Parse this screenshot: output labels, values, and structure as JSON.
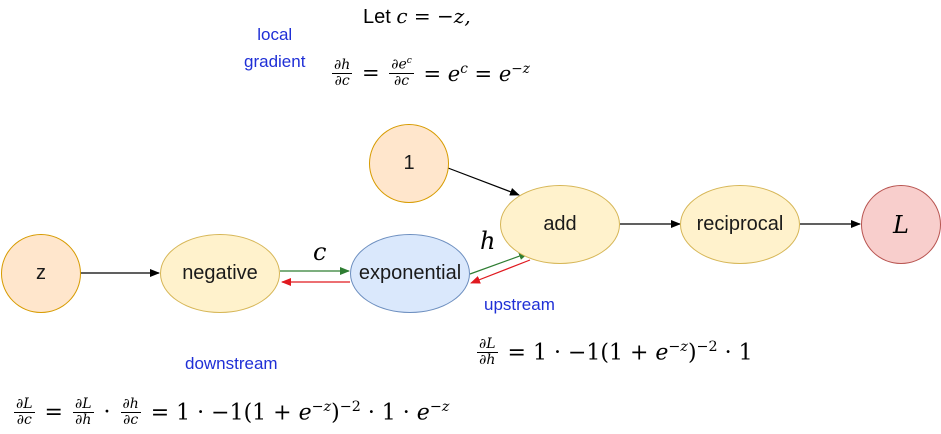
{
  "nodes": {
    "z": "z",
    "negative": "negative",
    "exponential": "exponential",
    "one": "1",
    "add": "add",
    "reciprocal": "reciprocal",
    "L": "L"
  },
  "edge_labels": {
    "c": "c",
    "h": "h"
  },
  "annotations": {
    "local_line1": "local",
    "local_line2": "gradient",
    "upstream": "upstream",
    "downstream": "downstream"
  },
  "equations": {
    "let_prefix": "Let",
    "let_body": "c = −z,",
    "local_gradient": "∂h/∂c = ∂e^c/∂c = e^c = e^−z",
    "upstream": "∂L/∂h = 1 · −1(1 + e^−z)^−2 · 1",
    "downstream": "∂L/∂c = ∂L/∂h · ∂h/∂c = 1 · −1(1 + e^−z)^−2 · 1 · e^−z"
  },
  "colors": {
    "forward": "#000000",
    "green_forward": "#2e7d32",
    "red_backward": "#e0191f",
    "annotation_text": "#1f2fd6"
  }
}
